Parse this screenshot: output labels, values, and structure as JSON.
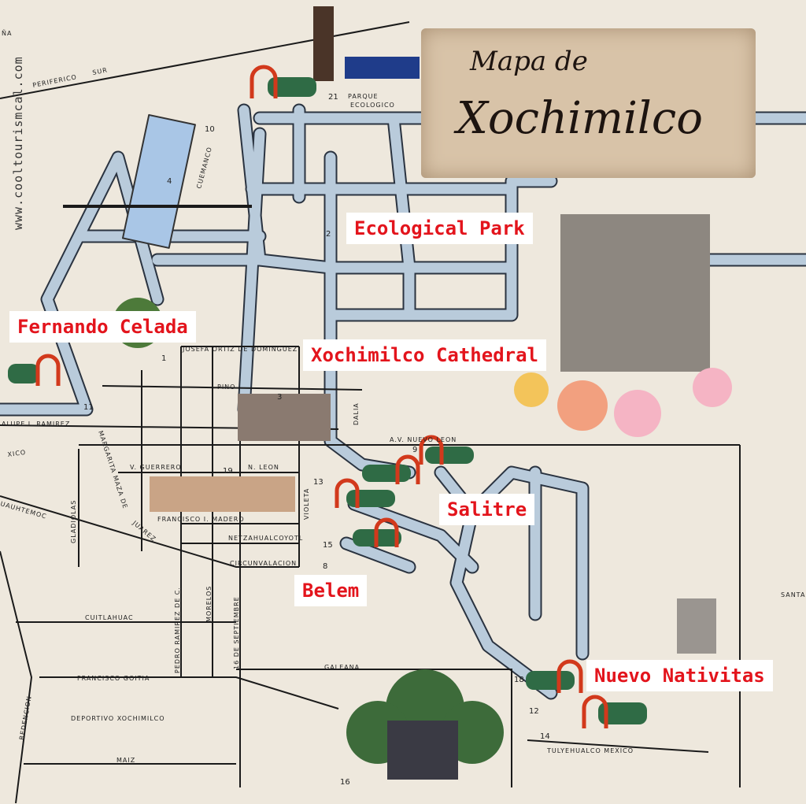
{
  "map": {
    "watermark": "www.cooltourismcal.com",
    "title": {
      "line1": "Mapa de",
      "line2": "Xochimilco"
    },
    "labels": [
      {
        "id": "ecological-park",
        "text": "Ecological Park"
      },
      {
        "id": "fernando-celada",
        "text": "Fernando Celada"
      },
      {
        "id": "xochimilco-cathedral",
        "text": "Xochimilco Cathedral"
      },
      {
        "id": "salitre",
        "text": "Salitre"
      },
      {
        "id": "belem",
        "text": "Belem"
      },
      {
        "id": "nuevo-nativitas",
        "text": "Nuevo Nativitas"
      }
    ],
    "streets": {
      "top_left": "ÑA",
      "periferico": "PERIFERICO",
      "sur": "SUR",
      "parque": "PARQUE",
      "ecologico": "ECOLOGICO",
      "cuemanco": "CUEMANCO",
      "josefa": "JOSEFA ORTIZ DE DOMINGUEZ",
      "pino": "PINO",
      "ramirez": "ALUPE I. RAMIREZ",
      "mexico": "XICO",
      "guerrero": "V. GUERRERO",
      "nleon": "N. LEON",
      "madero": "FRANCISCO I. MADERO",
      "netza": "NETZAHUALCOYOTL",
      "circun": "CIRCUNVALACION",
      "violeta": "VIOLETA",
      "dalia": "DALIA",
      "nuevo_leon": "A.V. NUEVO LEON",
      "cuauhtemoc": "UAUHTEMOC",
      "gladiolas": "GLADIOLAS",
      "margarita": "MARGARITA MAZA DE",
      "juarez": "JUAREZ",
      "cuitlahuac": "CUITLAHUAC",
      "pedro": "PEDRO RAMIREZ DE C.",
      "morelos": "MORELOS",
      "septiembre": "16 DE SEPTIEMBRE",
      "goitia": "FRANCISCO GOITIA",
      "deportivo": "DEPORTIVO XOCHIMILCO",
      "redencion": "REDENCION",
      "maiz": "MAIZ",
      "galeana": "GALEANA",
      "tulyehualco": "TULYEHUALCO MEXICO",
      "santa": "SANTA"
    },
    "numbers": [
      "1",
      "2",
      "3",
      "4",
      "8",
      "9",
      "10",
      "11",
      "12",
      "13",
      "14",
      "15",
      "16",
      "18",
      "19",
      "21"
    ],
    "colors": {
      "background": "#eee8dd",
      "canal": "#b9cbdb",
      "label_text": "#e3141c",
      "parchment": "#d8c3a8",
      "trajinera_roof": "#2f6b45",
      "arch": "#d2391c"
    }
  }
}
